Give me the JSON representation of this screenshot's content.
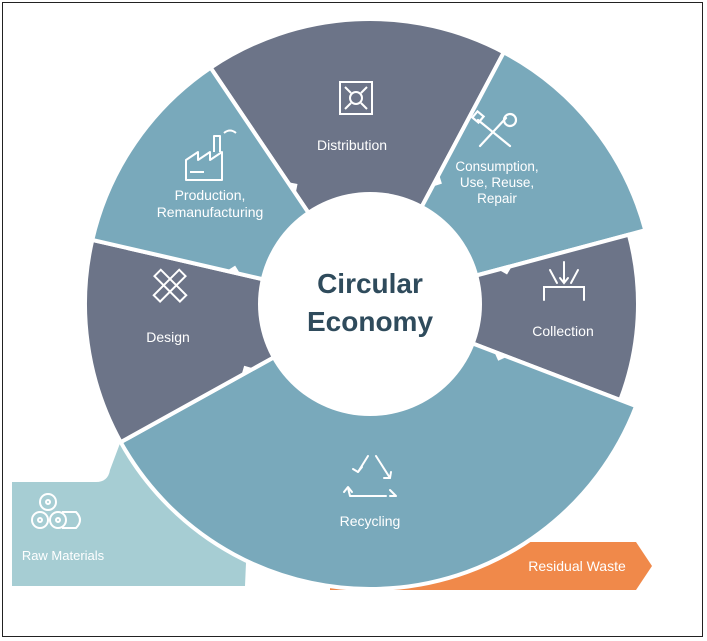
{
  "title": {
    "line1": "Circular",
    "line2": "Economy"
  },
  "segments": {
    "distribution": {
      "label": "Distribution",
      "icon": "expand-arrows-icon"
    },
    "consumption": {
      "line1": "Consumption,",
      "line2": "Use, Reuse,",
      "line3": "Repair",
      "icon": "wrench-screwdriver-icon"
    },
    "collection": {
      "label": "Collection",
      "icon": "collection-arrows-icon"
    },
    "recycling": {
      "label": "Recycling",
      "icon": "recycle-icon"
    },
    "design": {
      "label": "Design",
      "icon": "pencil-ruler-icon"
    },
    "production": {
      "line1": "Production,",
      "line2": "Remanufacturing",
      "icon": "factory-icon"
    }
  },
  "inputs": {
    "raw_materials": {
      "label": "Raw Materials",
      "icon": "rolls-icon"
    }
  },
  "outputs": {
    "residual_waste": {
      "label": "Residual Waste"
    }
  },
  "colors": {
    "light_teal": "#79a9bb",
    "dark_slate": "#6c7488",
    "pale_teal": "#a6cdd3",
    "orange": "#f0894a",
    "title_text": "#2f4b5c"
  }
}
